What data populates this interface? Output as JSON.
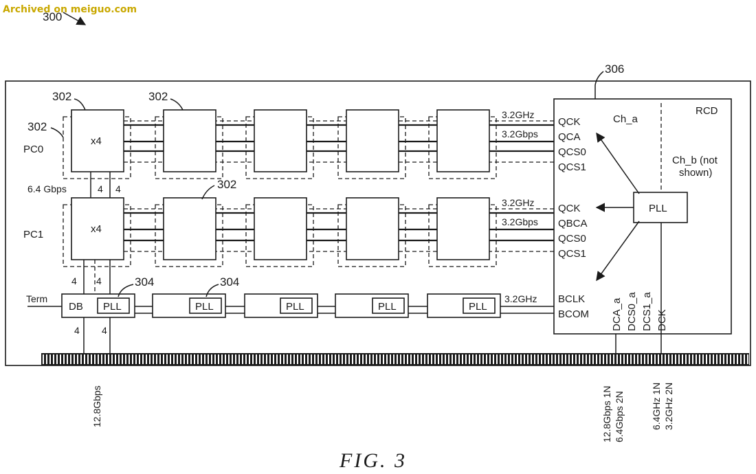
{
  "watermark": "Archived on meiguo.com",
  "figure_ref": "300",
  "caption": "FIG. 3",
  "refs": {
    "module": "306",
    "dram_a": "302",
    "dram_b": "302",
    "dram_c": "302",
    "dram_d": "302",
    "pll_a": "304",
    "pll_b": "304"
  },
  "rank_labels": {
    "pc0": "PC0",
    "pc1": "PC1"
  },
  "chip_labels": {
    "x4_top": "x4",
    "x4_bottom": "x4"
  },
  "bus_widths": {
    "a": "4",
    "b": "4",
    "c": "4",
    "d": "4",
    "e": "4",
    "f": "4"
  },
  "speeds": {
    "rank_link": "6.4 Gbps",
    "qck_top": "3.2GHz",
    "qca_top": "3.2Gbps",
    "qck_bottom": "3.2GHz",
    "qbca_bottom": "3.2Gbps",
    "bclk": "3.2GHz",
    "edge_data": "12.8Gbps",
    "edge_ca_1n": "12.8Gbps 1N",
    "edge_ca_2n": "6.4Gbps 2N",
    "edge_ck_1n": "6.4GHz 1N",
    "edge_ck_2n": "3.2GHz 2N"
  },
  "db": {
    "label": "DB",
    "term": "Term"
  },
  "pll_label": "PLL",
  "rcd": {
    "title": "RCD",
    "ch_a": "Ch_a",
    "ch_b_line1": "Ch_b (not",
    "ch_b_line2": "shown)",
    "pll": "PLL",
    "signals_top": [
      "QCK",
      "QCA",
      "QCS0",
      "QCS1"
    ],
    "signals_bottom": [
      "QCK",
      "QBCA",
      "QCS0",
      "QCS1"
    ],
    "bclk": "BCLK",
    "bcom": "BCOM",
    "inputs": [
      "DCA_a",
      "DCS0_a",
      "DCS1_a",
      "DCK"
    ]
  }
}
